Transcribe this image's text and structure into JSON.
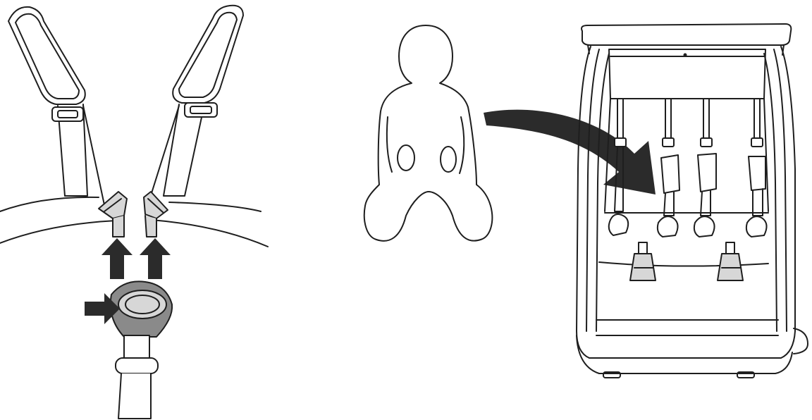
{
  "panels": [
    {
      "id": "harness-buckle",
      "icon": "harness-buckle-icon"
    },
    {
      "id": "child-figure",
      "icon": "child-silhouette-icon"
    },
    {
      "id": "seat-carrier",
      "icon": "stroller-seat-icon"
    }
  ],
  "arrows": [
    {
      "id": "press-release",
      "direction": "right",
      "color": "#2b2b2b"
    },
    {
      "id": "pull-left-strap",
      "direction": "up",
      "color": "#2b2b2b"
    },
    {
      "id": "pull-right-strap",
      "direction": "up",
      "color": "#2b2b2b"
    },
    {
      "id": "place-child",
      "direction": "curved-right",
      "color": "#2b2b2b"
    }
  ],
  "colors": {
    "line": "#1e1e1e",
    "fill_dark": "#2b2b2b",
    "fill_grey": "#8a8a8a",
    "fill_light": "#d7d7d7",
    "background": "#ffffff"
  }
}
